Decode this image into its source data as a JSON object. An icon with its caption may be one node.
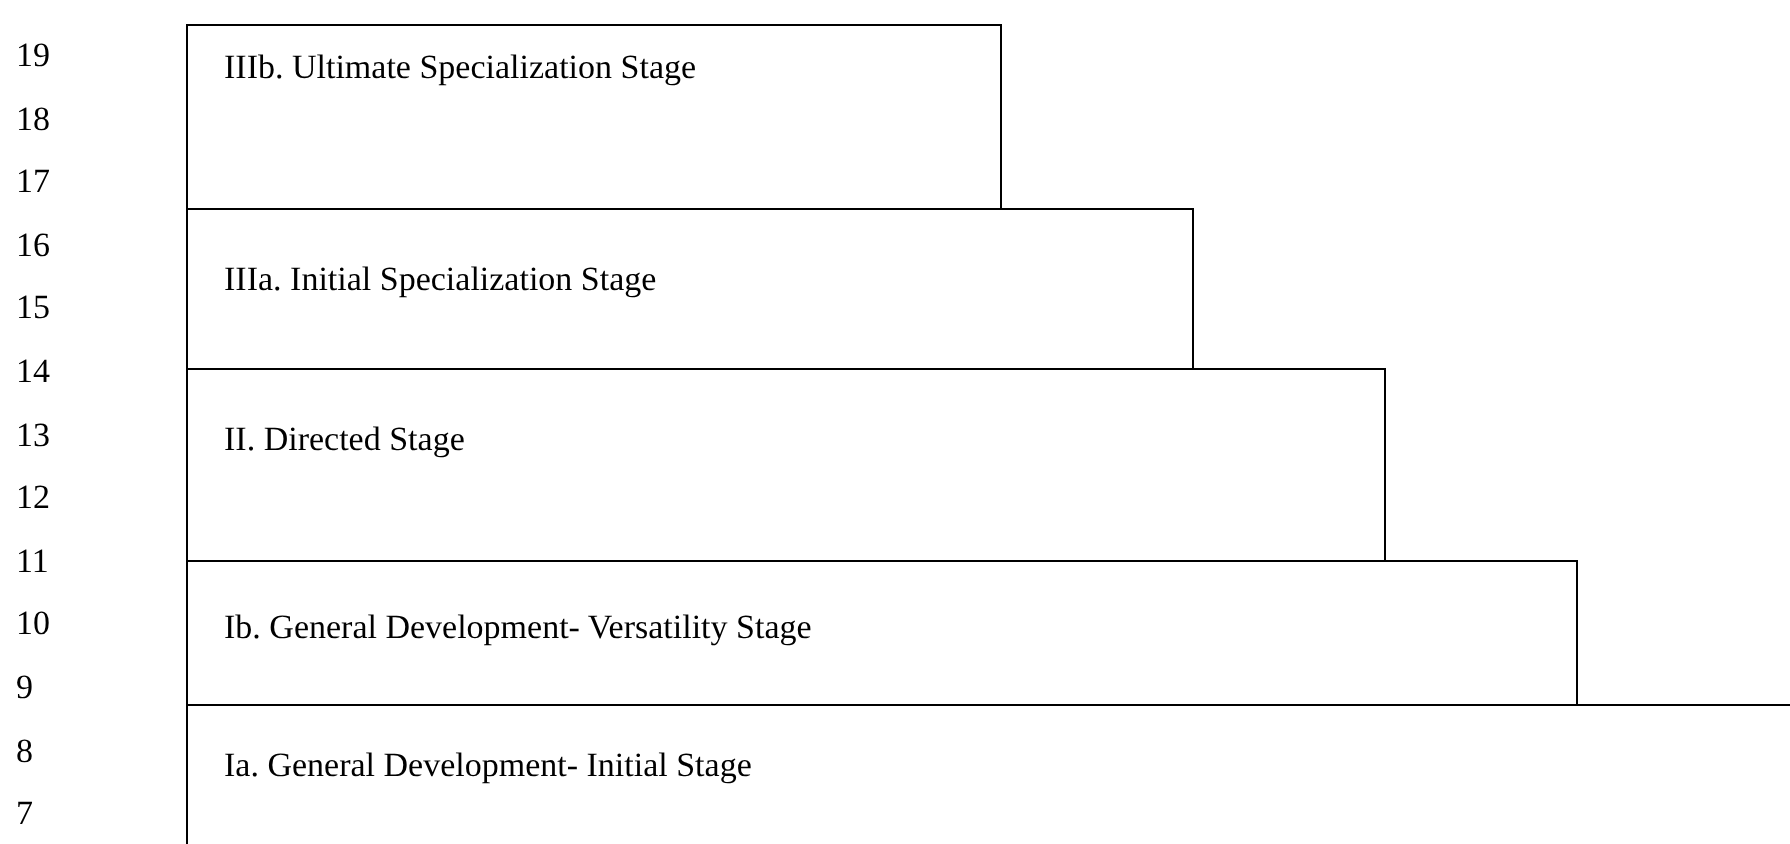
{
  "diagram": {
    "nodes": [
      {
        "text": [
          "IIIb. Ultimate Specialization Stage"
        ]
      },
      {
        "text": [
          "IIIa. Initial Specialization Stage"
        ]
      },
      {
        "text": [
          "II. Directed Stage"
        ]
      },
      {
        "text": [
          "Ib. General Development- Versatility Stage"
        ]
      },
      {
        "text": [
          "Ia. General Development- Initial Stage"
        ]
      }
    ],
    "labels": [
      "19",
      "18",
      "17",
      "16",
      "15",
      "14",
      "13",
      "12",
      "11",
      "10",
      "9",
      "8",
      "7"
    ]
  }
}
